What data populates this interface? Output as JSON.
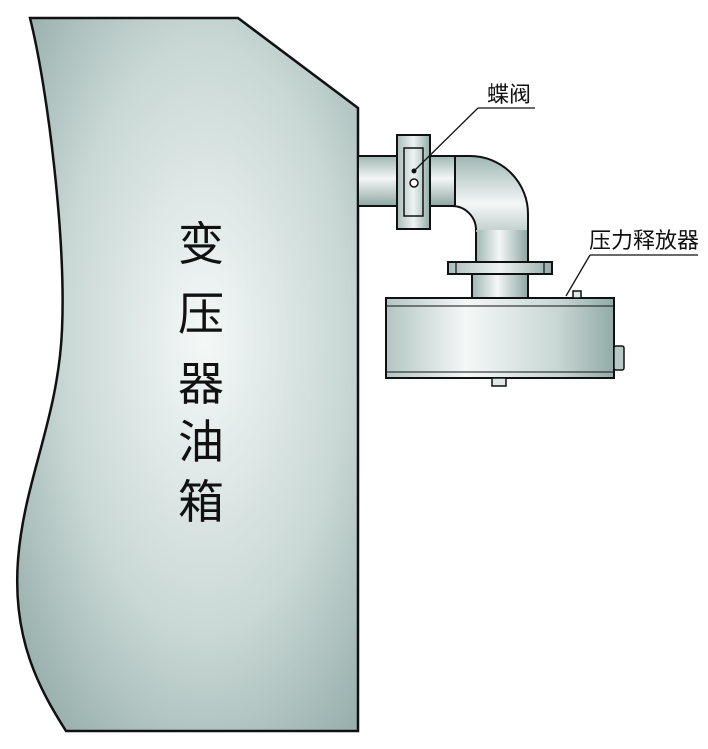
{
  "diagram": {
    "tank": {
      "label_chars": [
        "变",
        "压",
        "器",
        "油",
        "箱"
      ],
      "fill_light": "#eef3f2",
      "fill_dark": "#8fa8a5"
    },
    "callouts": {
      "valve": "蝶阀",
      "relief_device": "压力释放器"
    },
    "colors": {
      "outline": "#111111",
      "metal_light": "#f2f6f5",
      "metal_mid": "#c3d3d0",
      "metal_dark": "#8ea6a2"
    }
  }
}
